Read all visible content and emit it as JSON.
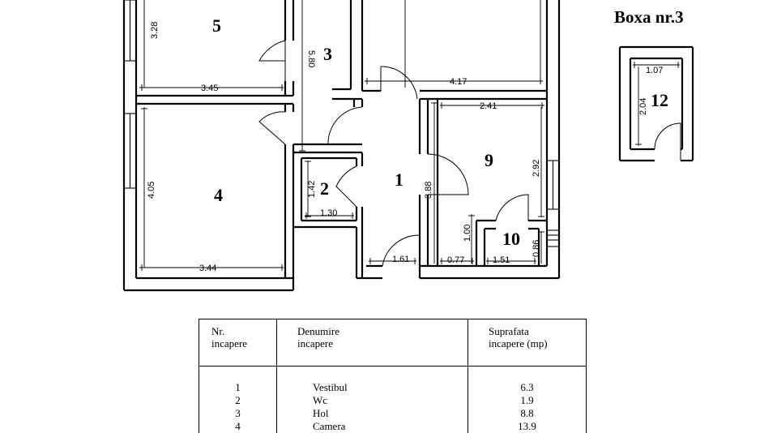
{
  "storage": {
    "title": "Boxa nr.3",
    "room_no": "12",
    "dim_width": "1.07",
    "dim_height": "2.04"
  },
  "rooms": {
    "r1": "1",
    "r2": "2",
    "r3": "3",
    "r4": "4",
    "r5": "5",
    "r9": "9",
    "r10": "10"
  },
  "dimensions": {
    "d_328": "3.28",
    "d_345": "3.45",
    "d_580": "5.80",
    "d_417": "4.17",
    "d_241": "2.41",
    "d_405": "4.05",
    "d_142": "1.42",
    "d_130": "1.30",
    "d_388": "3.88",
    "d_292": "2.92",
    "d_100": "1.00",
    "d_086": "0.86",
    "d_344": "3.44",
    "d_161": "1.61",
    "d_077": "0.77",
    "d_151": "1.51"
  },
  "table": {
    "headers": {
      "nr_line1": "Nr.",
      "nr_line2": "incapere",
      "name_line1": "Denumire",
      "name_line2": "incapere",
      "area_line1": "Suprafata",
      "area_line2": "incapere (mp)"
    },
    "rows": [
      {
        "nr": "1",
        "name": "Vestibul",
        "area": "6.3"
      },
      {
        "nr": "2",
        "name": "Wc",
        "area": "1.9"
      },
      {
        "nr": "3",
        "name": "Hol",
        "area": "8.8"
      },
      {
        "nr": "4",
        "name": "Camera",
        "area": "13.9"
      }
    ]
  }
}
